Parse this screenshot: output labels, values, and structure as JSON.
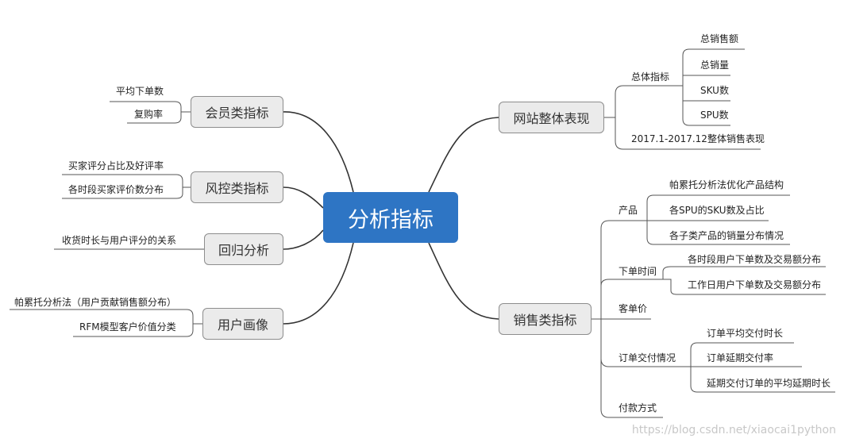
{
  "center": "分析指标",
  "right": {
    "site": {
      "title": "网站整体表现",
      "overall_label": "总体指标",
      "overall_items": [
        "总销售额",
        "总销量",
        "SKU数",
        "SPU数"
      ],
      "period_item": "2017.1-2017.12整体销售表现"
    },
    "sales": {
      "title": "销售类指标",
      "product_label": "产品",
      "product_items": [
        "帕累托分析法优化产品结构",
        "各SPU的SKU数及占比",
        "各子类产品的销量分布情况"
      ],
      "time_label": "下单时间",
      "time_items": [
        "各时段用户下单数及交易额分布",
        "工作日用户下单数及交易额分布"
      ],
      "unit_price_label": "客单价",
      "delivery_label": "订单交付情况",
      "delivery_items": [
        "订单平均交付时长",
        "订单延期交付率",
        "延期交付订单的平均延期时长"
      ],
      "payment_label": "付款方式"
    }
  },
  "left": {
    "member": {
      "title": "会员类指标",
      "items": [
        "平均下单数",
        "复购率"
      ]
    },
    "risk": {
      "title": "风控类指标",
      "items": [
        "买家评分占比及好评率",
        "各时段买家评价数分布"
      ]
    },
    "regression": {
      "title": "回归分析",
      "items": [
        "收货时长与用户评分的关系"
      ]
    },
    "profile": {
      "title": "用户画像",
      "items": [
        "帕累托分析法（用户贡献销售额分布）",
        "RFM模型客户价值分类"
      ]
    }
  },
  "watermark": "https://blog.csdn.net/xiaocai1python"
}
